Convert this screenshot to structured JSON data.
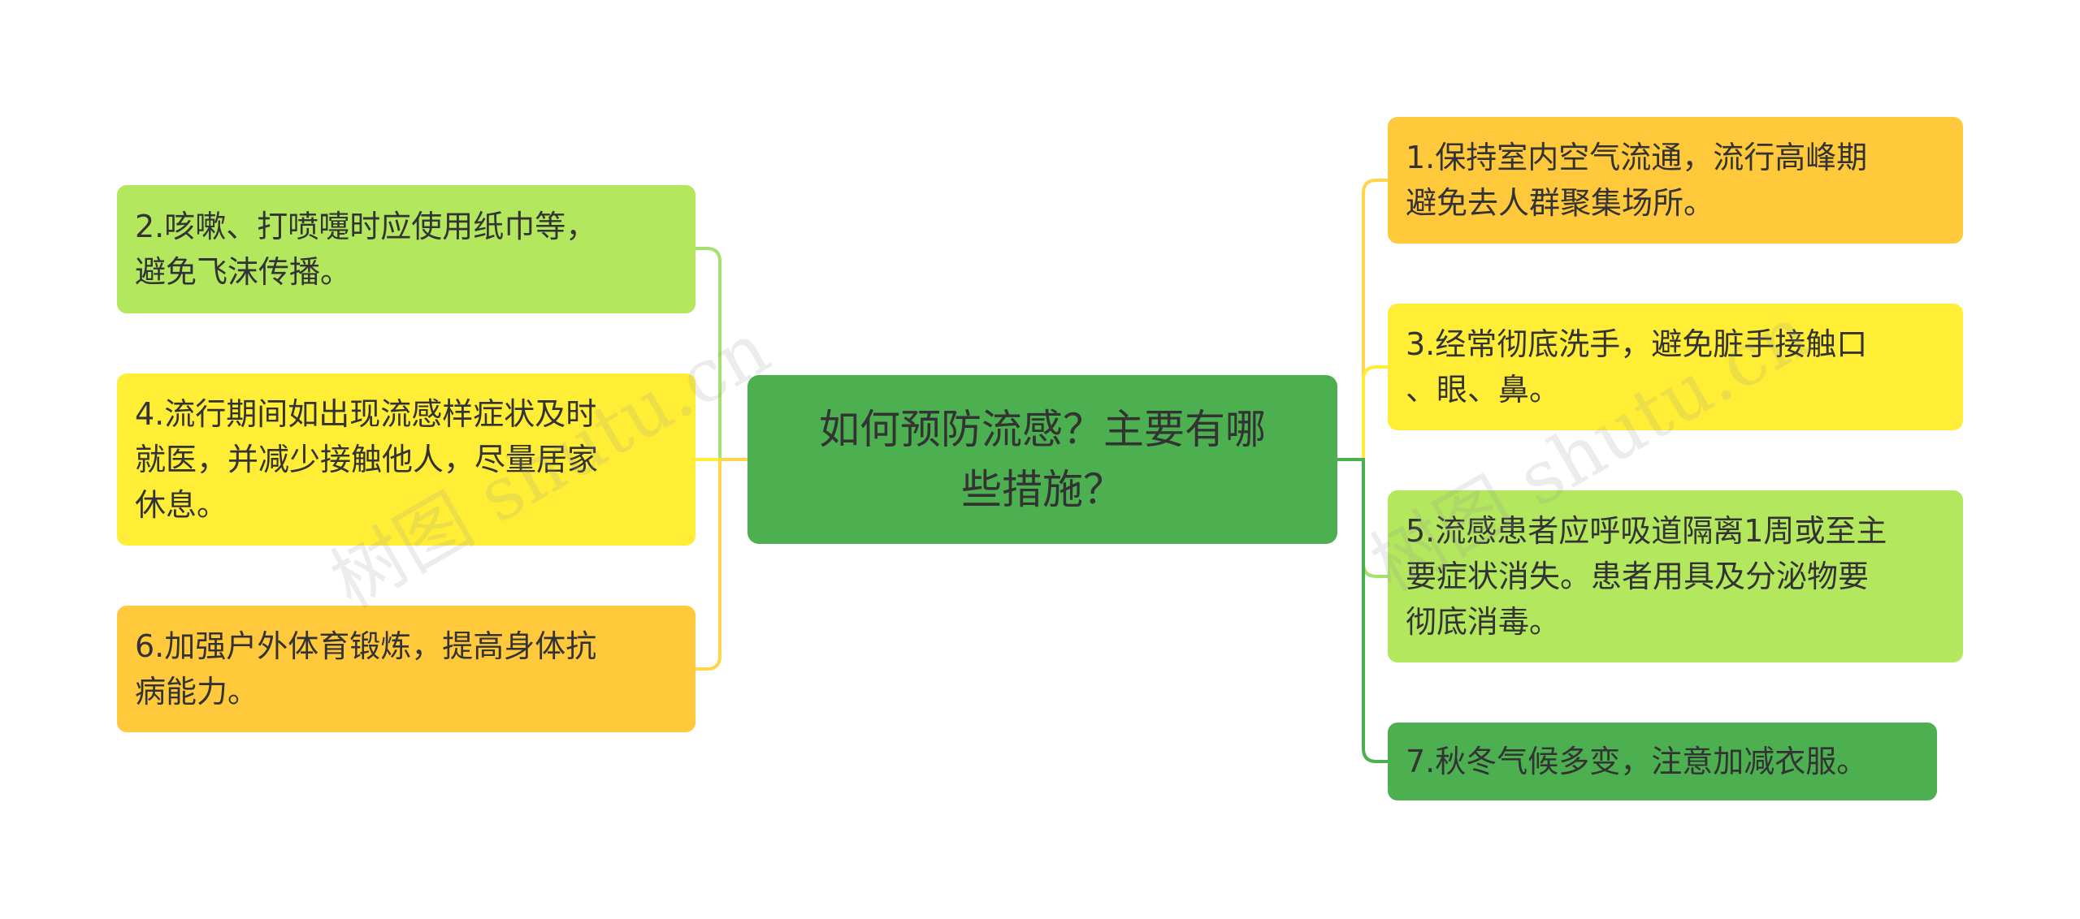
{
  "colors": {
    "root": "#4caf50",
    "orange": "#ffc93b",
    "yellow": "#ffee35",
    "lightgreen": "#b2e75e",
    "green": "#4caf50",
    "line_orange": "#ffd54a",
    "line_green": "#4caf50",
    "line_lightgreen": "#a6e070"
  },
  "root": {
    "text": "如何预防流感？主要有哪\n些措施？"
  },
  "left": [
    {
      "text": "2.咳嗽、打喷嚏时应使用纸巾等，\n避免飞沫传播。",
      "color": "lightgreen"
    },
    {
      "text": "4.流行期间如出现流感样症状及时\n就医，并减少接触他人，尽量居家\n休息。",
      "color": "yellow"
    },
    {
      "text": "6.加强户外体育锻炼，提高身体抗\n病能力。",
      "color": "orange"
    }
  ],
  "right": [
    {
      "text": "1.保持室内空气流通，流行高峰期\n避免去人群聚集场所。",
      "color": "orange"
    },
    {
      "text": "3.经常彻底洗手，避免脏手接触口\n、眼、鼻。",
      "color": "yellow"
    },
    {
      "text": "5.流感患者应呼吸道隔离1周或至主\n要症状消失。患者用具及分泌物要\n彻底消毒。",
      "color": "lightgreen"
    },
    {
      "text": "7.秋冬气候多变，注意加减衣服。",
      "color": "green"
    }
  ],
  "watermark": {
    "text": "树图 shutu.cn"
  }
}
